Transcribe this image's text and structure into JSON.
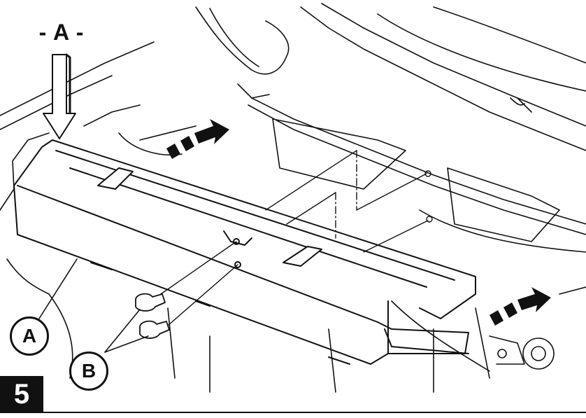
{
  "figure": {
    "step_number": "5",
    "view_label": "- A -",
    "callouts": {
      "a": "A",
      "b": "B"
    },
    "colors": {
      "line": "#111111",
      "background": "#ffffff",
      "badge": "#111111",
      "badge_text": "#ffffff"
    }
  }
}
